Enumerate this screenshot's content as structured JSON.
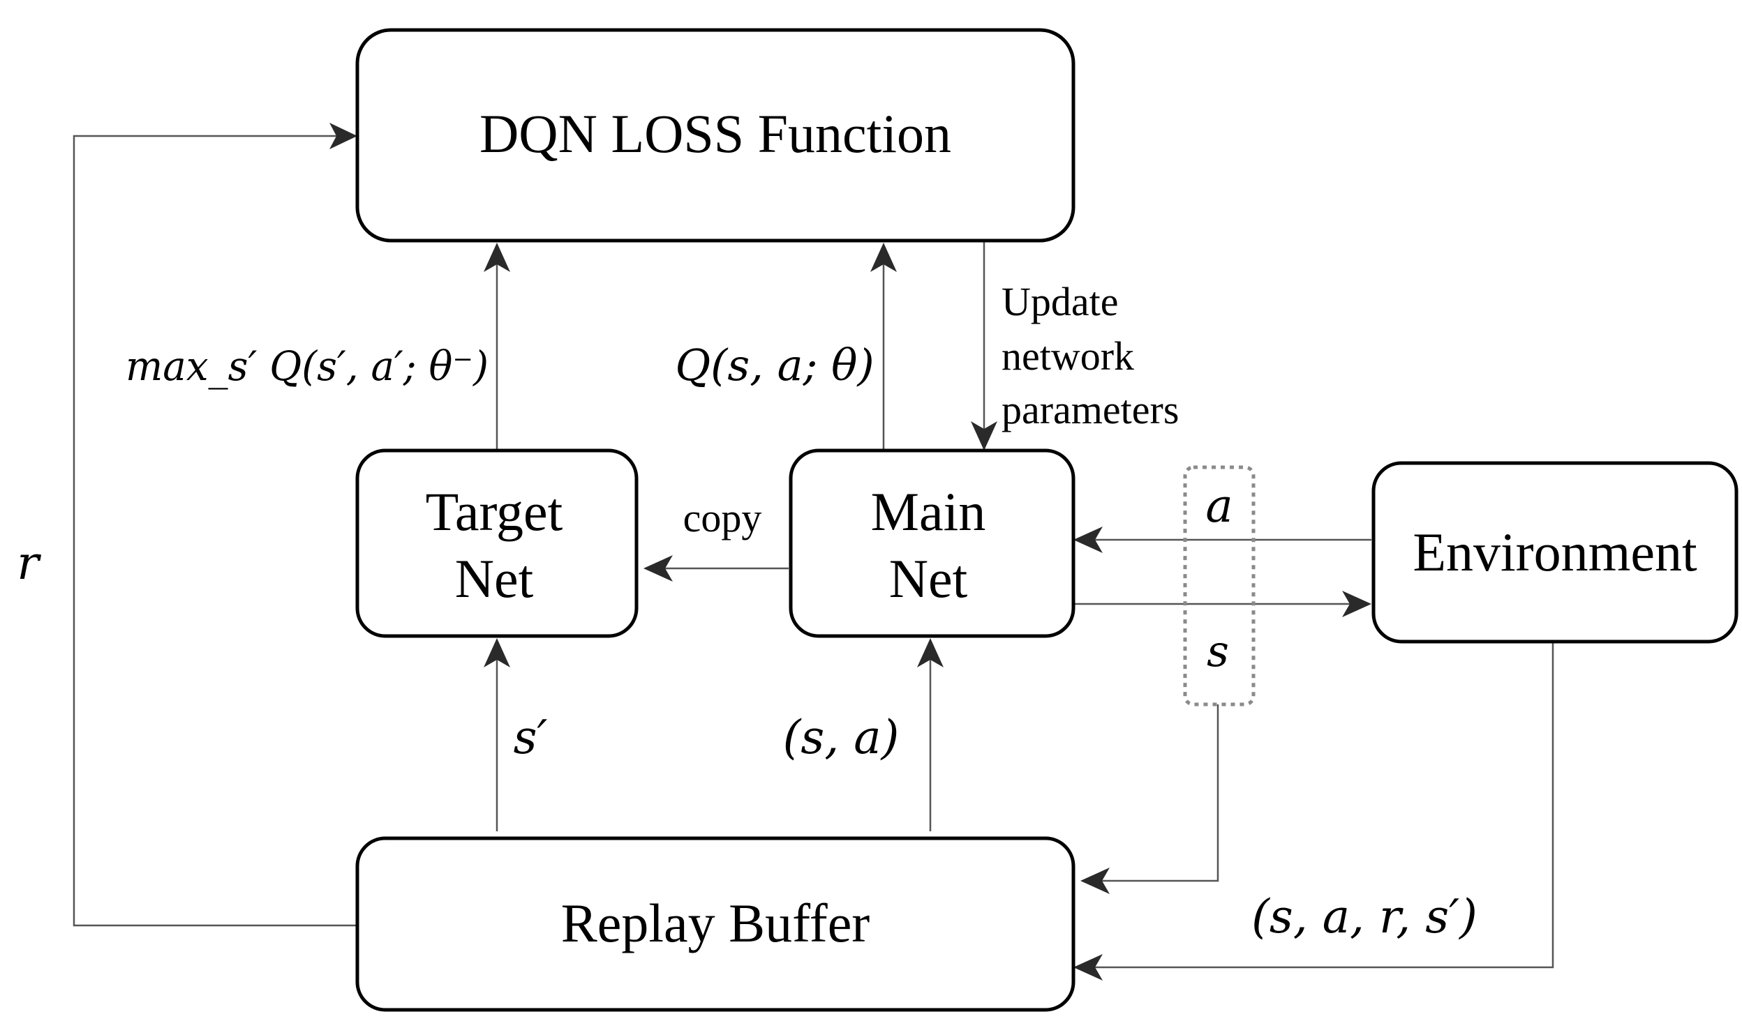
{
  "nodes": {
    "dqn_loss": "DQN LOSS Function",
    "target_net": [
      "Target",
      "Net"
    ],
    "main_net": [
      "Main",
      "Net"
    ],
    "environment": "Environment",
    "replay_buffer": "Replay Buffer"
  },
  "edges": {
    "copy": "copy",
    "update": [
      "Update",
      "network",
      "parameters"
    ],
    "reward": "r",
    "action": "a",
    "state": "s",
    "next_state": "s′",
    "state_action": "(s, a)",
    "target_q": "max_s′ Q(s′, a′; θ⁻)",
    "main_q": "Q(s, a; θ)",
    "transition": "(s, a, r, s′)"
  }
}
